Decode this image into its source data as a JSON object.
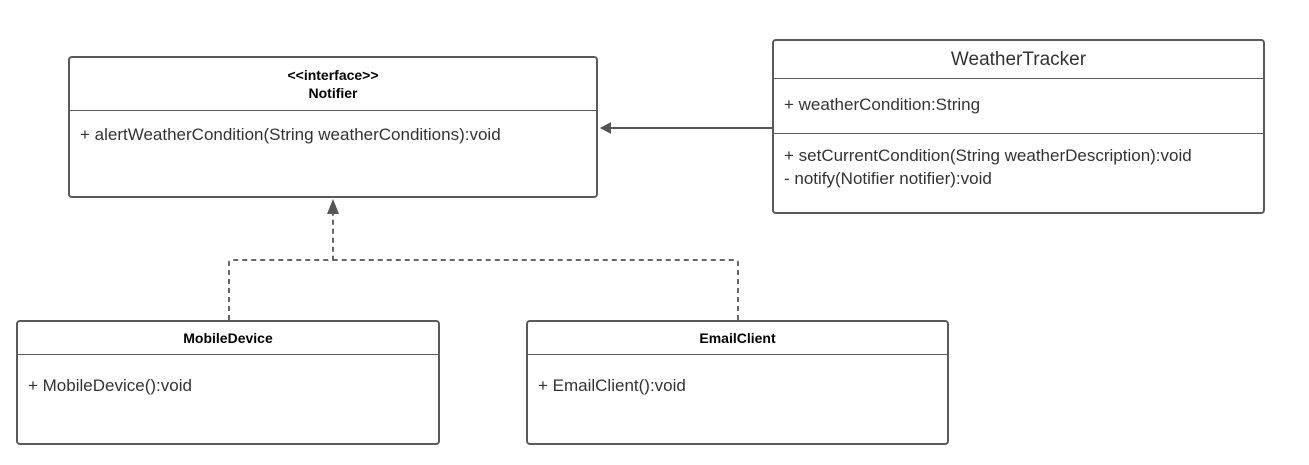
{
  "notifier": {
    "stereotype": "<<interface>>",
    "name": "Notifier",
    "methods": [
      "+ alertWeatherCondition(String weatherConditions):void"
    ]
  },
  "weather_tracker": {
    "name": "WeatherTracker",
    "attributes": [
      "+ weatherCondition:String"
    ],
    "methods": [
      "+ setCurrentCondition(String weatherDescription):void",
      "- notify(Notifier notifier):void"
    ]
  },
  "mobile_device": {
    "name": "MobileDevice",
    "methods": [
      "+ MobileDevice():void"
    ]
  },
  "email_client": {
    "name": "EmailClient",
    "methods": [
      "+ EmailClient():void"
    ]
  },
  "colors": {
    "border": "#5a5a5a",
    "text": "#333333",
    "background": "#ffffff"
  }
}
